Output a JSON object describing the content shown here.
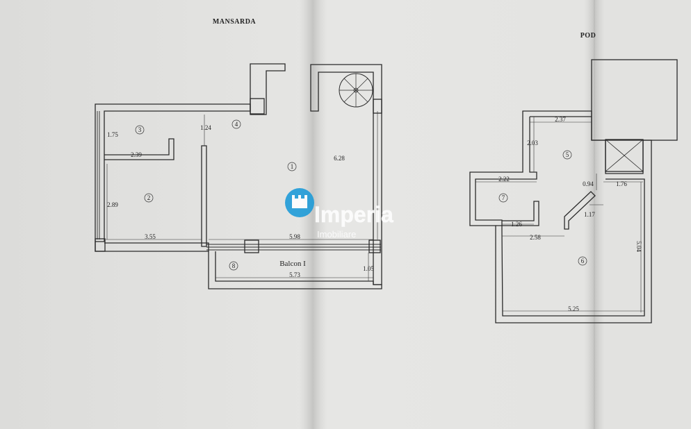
{
  "plan": {
    "left_title": "MANSARDA",
    "right_title": "POD",
    "watermark_brand": "Imperia",
    "watermark_sub": "Imobiliare",
    "brand_color": "#1a9ad8"
  },
  "mansarda": {
    "rooms": [
      {
        "no": "1"
      },
      {
        "no": "2"
      },
      {
        "no": "3"
      },
      {
        "no": "4"
      },
      {
        "no": "8"
      }
    ],
    "balcony_label": "Balcon I",
    "dims": {
      "d175": "1.75",
      "d124": "1.24",
      "d239": "2.39",
      "d628": "6.28",
      "d289": "2.89",
      "d355": "3.55",
      "d598": "5.98",
      "d105": "1.05",
      "d573": "5.73"
    }
  },
  "pod": {
    "rooms": [
      {
        "no": "5"
      },
      {
        "no": "6"
      },
      {
        "no": "7"
      }
    ],
    "dims": {
      "d237": "2.37",
      "d203": "2.03",
      "d222": "2.22",
      "d094": "0.94",
      "d176": "1.76",
      "d117": "1.17",
      "d126": "1.26",
      "d258": "2.58",
      "d504": "5.04",
      "d525": "5.25"
    }
  }
}
